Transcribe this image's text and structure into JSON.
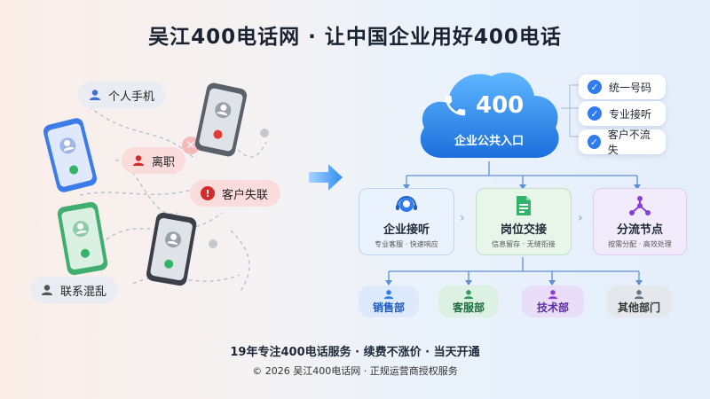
{
  "title": "吴江400电话网 · 让中国企业用好400电话",
  "left": {
    "personal_phone": "个人手机",
    "resigned": "离职",
    "customer_lost": "客户失联",
    "contact_chaos": "联系混乱"
  },
  "cloud": {
    "number": "400",
    "label": "企业公共入口"
  },
  "features": [
    "统一号码",
    "专业接听",
    "客户不流失"
  ],
  "cards": [
    {
      "title": "企业接听",
      "subtitle": "专业客服 · 快速响应"
    },
    {
      "title": "岗位交接",
      "subtitle": "信息留存 · 无缝衔接"
    },
    {
      "title": "分流节点",
      "subtitle": "按需分配 · 高效处理"
    }
  ],
  "departments": [
    "销售部",
    "客服部",
    "技术部",
    "其他部门"
  ],
  "footer": {
    "line1": "19年专注400电话服务  ·  续费不涨价  ·  当天开通",
    "line2": "© 2026 吴江400电话网 · 正规运营商授权服务"
  },
  "colors": {
    "accent": "#2f7bf0",
    "cloud": "#2b8ae6",
    "alert_red": "#e53935"
  }
}
